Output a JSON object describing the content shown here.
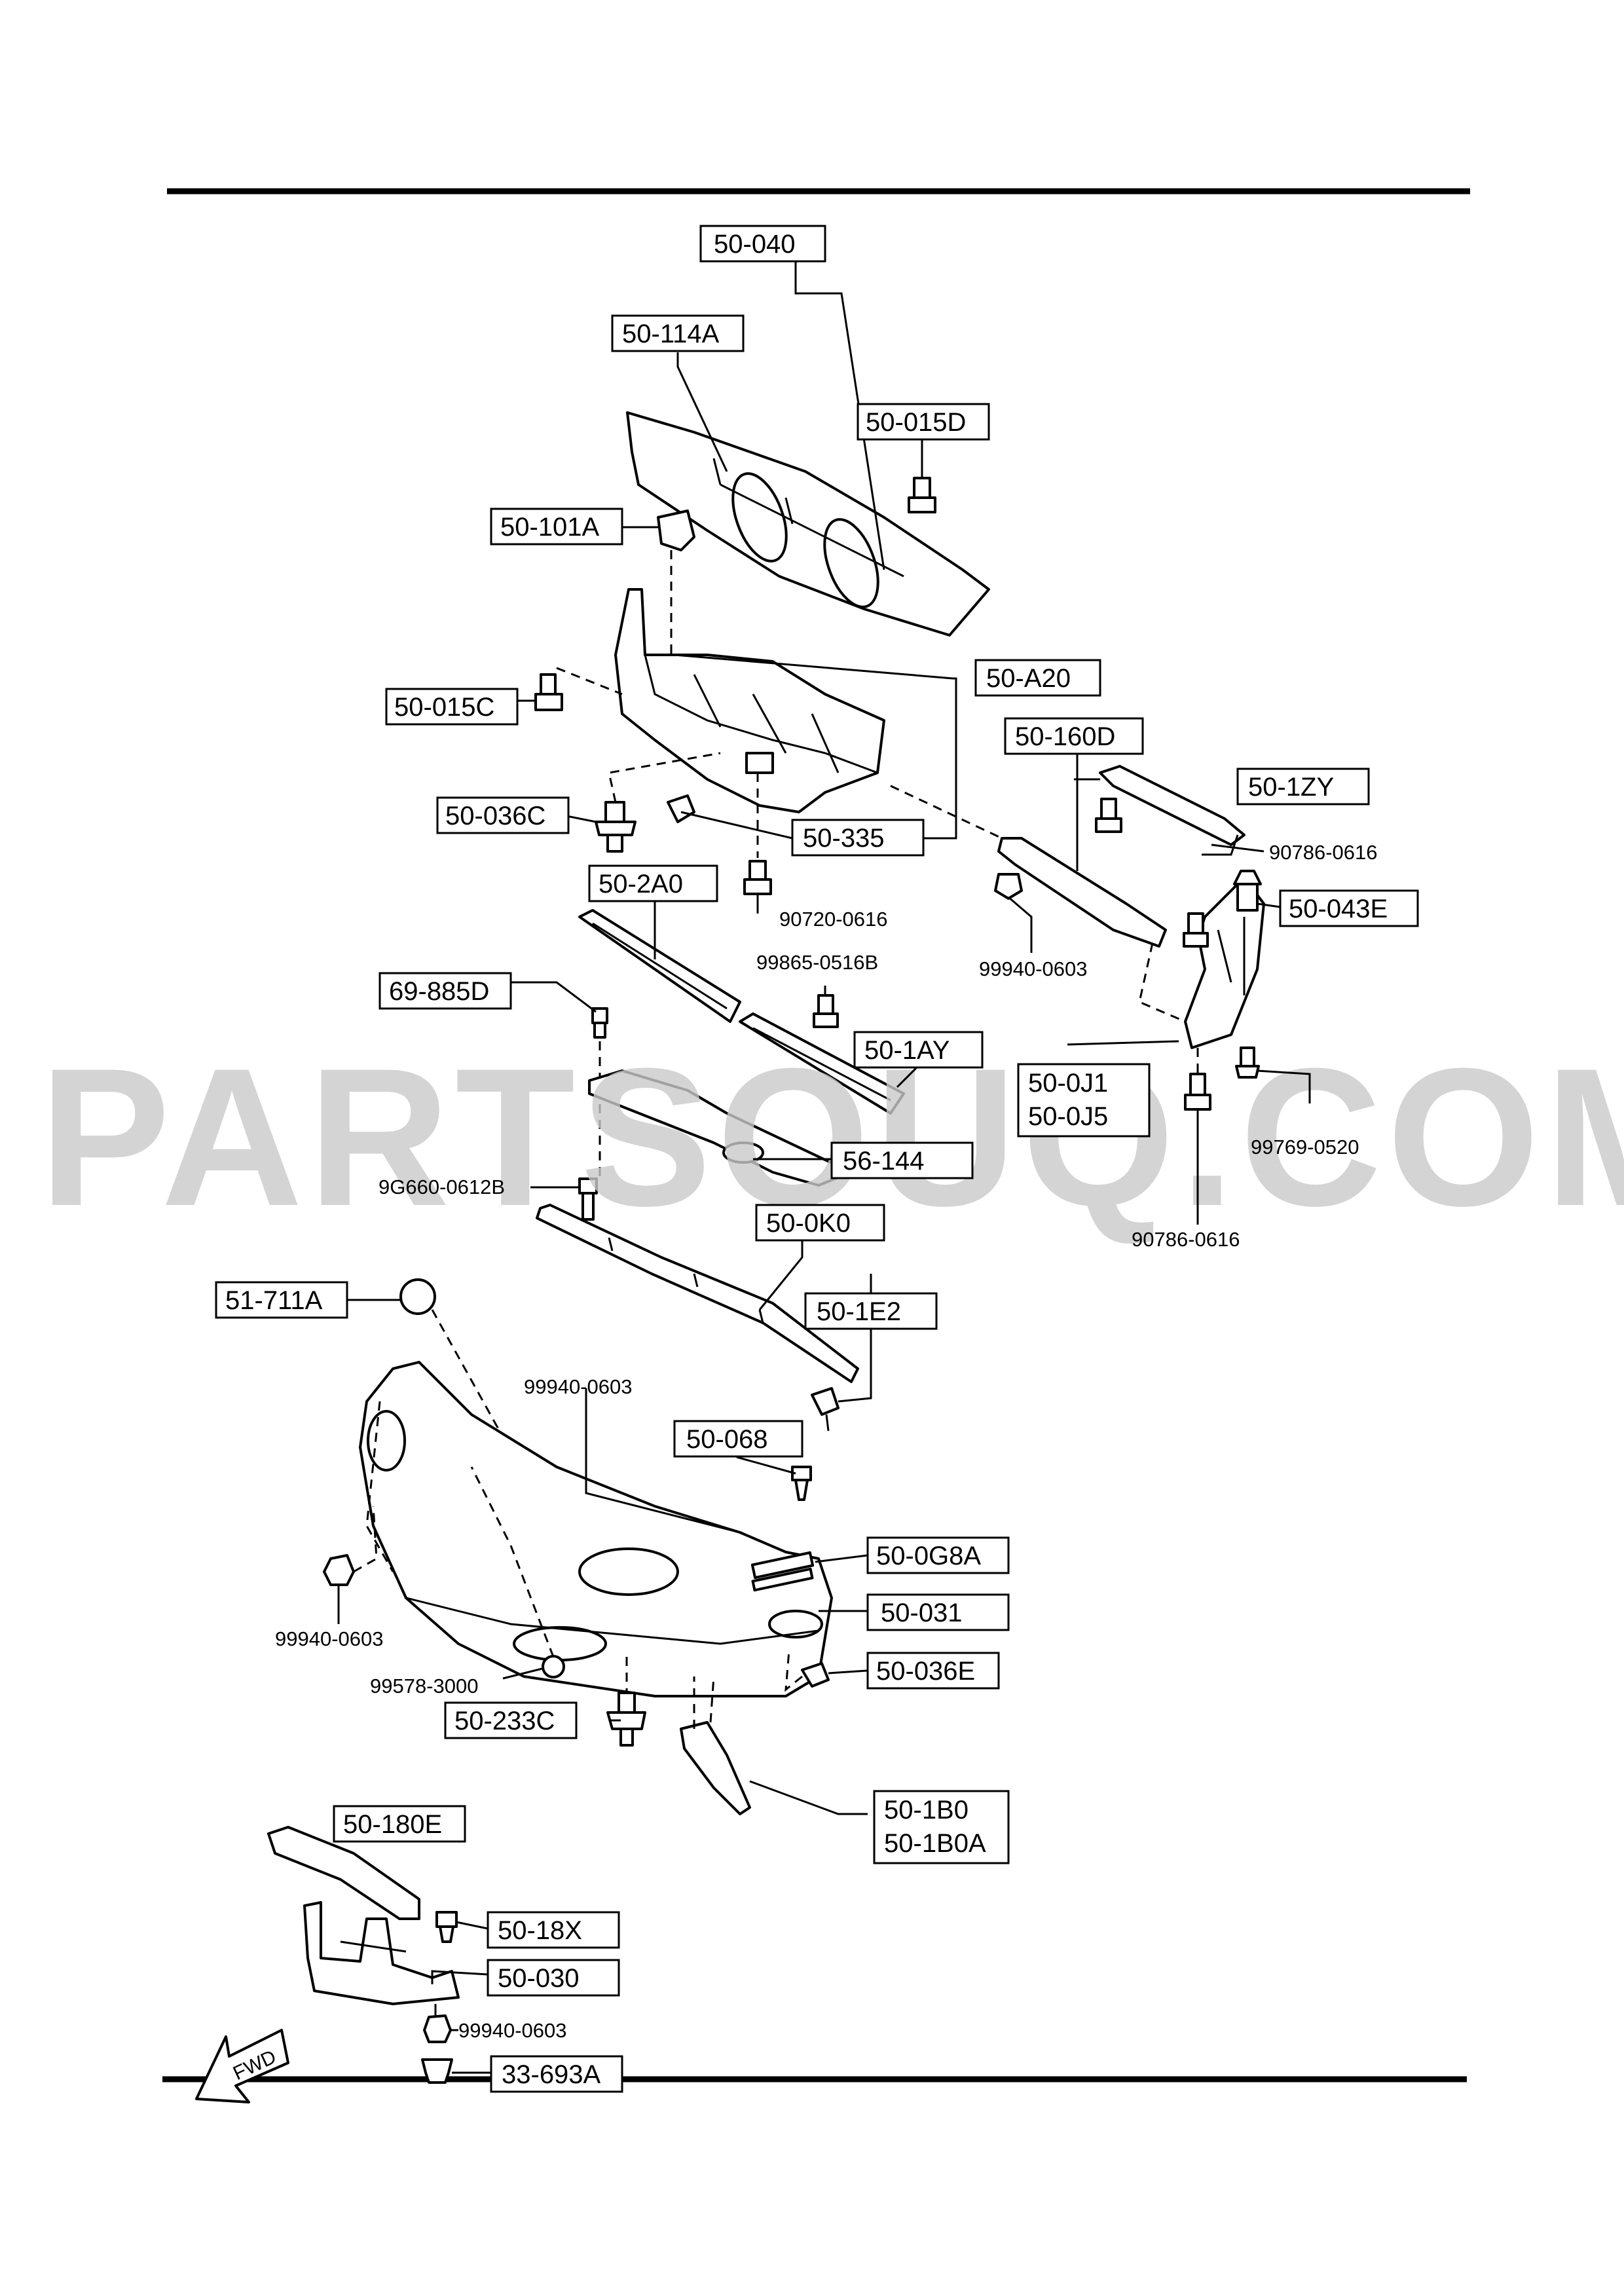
{
  "watermark": "PARTSOUQ.COM",
  "fwd_label": "FWD",
  "callouts": {
    "c50_040": "50-040",
    "c50_114A": "50-114A",
    "c50_015D": "50-015D",
    "c50_101A": "50-101A",
    "c50_A20": "50-A20",
    "c50_015C": "50-015C",
    "c50_160D": "50-160D",
    "c50_1ZY": "50-1ZY",
    "c50_036C": "50-036C",
    "c50_335": "50-335",
    "c90786_0616_a": "90786-0616",
    "c50_2A0": "50-2A0",
    "c50_043E": "50-043E",
    "c90720_0616": "90720-0616",
    "c99865_0516B": "99865-0516B",
    "c99940_0603_a": "99940-0603",
    "c69_885D": "69-885D",
    "c50_1AY": "50-1AY",
    "c50_0J1": "50-0J1",
    "c50_0J5": "50-0J5",
    "c99769_0520": "99769-0520",
    "c56_144": "56-144",
    "c9G660_0612B": "9G660-0612B",
    "c50_0K0": "50-0K0",
    "c90786_0616_b": "90786-0616",
    "c51_711A": "51-711A",
    "c50_1E2": "50-1E2",
    "c99940_0603_b": "99940-0603",
    "c50_068": "50-068",
    "c50_0G8A": "50-0G8A",
    "c99940_0603_c": "99940-0603",
    "c50_031": "50-031",
    "c99578_3000": "99578-3000",
    "c50_036E": "50-036E",
    "c50_233C": "50-233C",
    "c50_1B0": "50-1B0",
    "c50_1B0A": "50-1B0A",
    "c50_180E": "50-180E",
    "c50_18X": "50-18X",
    "c50_030": "50-030",
    "c99940_0603_d": "99940-0603",
    "c33_693A": "33-693A"
  }
}
